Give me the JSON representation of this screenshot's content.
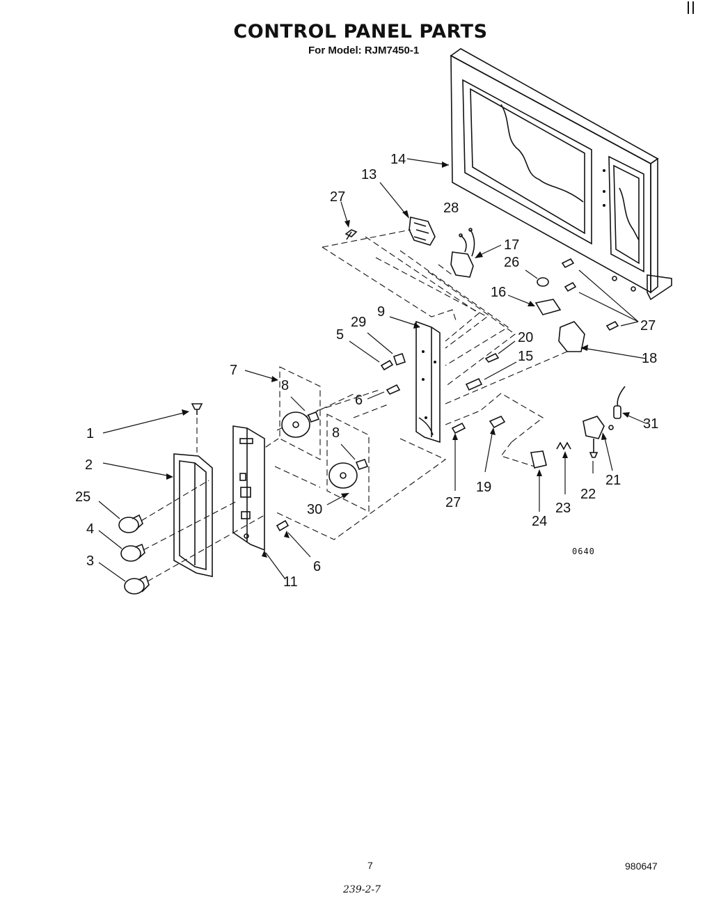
{
  "header": {
    "title": "CONTROL PANEL PARTS",
    "subtitle": "For Model: RJM7450-1"
  },
  "callouts": {
    "c1": "1",
    "c2": "2",
    "c3": "3",
    "c4": "4",
    "c5": "5",
    "c6a": "6",
    "c6b": "6",
    "c7": "7",
    "c8a": "8",
    "c8b": "8",
    "c9": "9",
    "c11": "11",
    "c13": "13",
    "c14": "14",
    "c15": "15",
    "c16": "16",
    "c17": "17",
    "c18": "18",
    "c19": "19",
    "c20": "20",
    "c21": "21",
    "c22": "22",
    "c23": "23",
    "c24": "24",
    "c25": "25",
    "c26": "26",
    "c27a": "27",
    "c27b": "27",
    "c27c": "27",
    "c28": "28",
    "c29": "29",
    "c30": "30",
    "c31": "31"
  },
  "figure_code": "0640",
  "footer": {
    "page_number": "7",
    "doc_number": "980647",
    "handwritten": "239-2-7"
  }
}
